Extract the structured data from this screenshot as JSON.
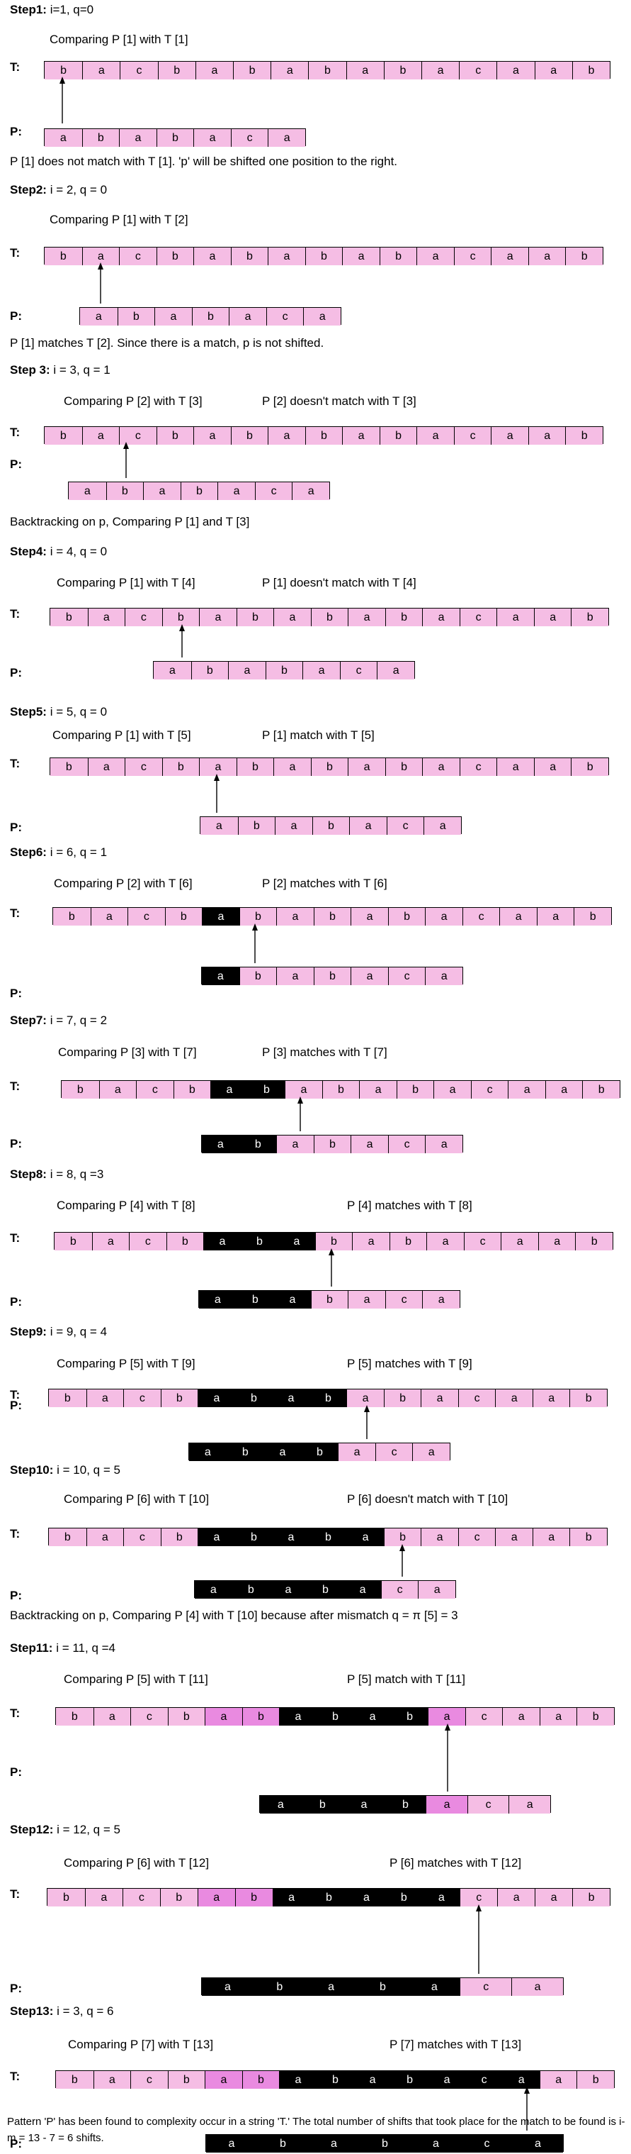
{
  "labels": {
    "t": "T:",
    "p": "P:"
  },
  "colors": {
    "pink": "#f5bde4",
    "black": "#000000",
    "magenta": "#e98ae0"
  },
  "steps": [
    {
      "title_bold": "Step1:",
      "title_rest": " i=1, q=0",
      "notes": [
        "Comparing P [1] with T [1]"
      ],
      "T": [
        "b",
        "a",
        "c",
        "b",
        "a",
        "b",
        "a",
        "b",
        "a",
        "b",
        "a",
        "c",
        "a",
        "a",
        "b"
      ],
      "P": [
        "a",
        "b",
        "a",
        "b",
        "a",
        "c",
        "a"
      ],
      "after": "P [1] does not match with T [1]. 'p' will be shifted one position to the right."
    },
    {
      "title_bold": "Step2:",
      "title_rest": " i = 2, q = 0",
      "notes": [
        "Comparing P [1] with T [2]"
      ],
      "T": [
        "b",
        "a",
        "c",
        "b",
        "a",
        "b",
        "a",
        "b",
        "a",
        "b",
        "a",
        "c",
        "a",
        "a",
        "b"
      ],
      "P": [
        "a",
        "b",
        "a",
        "b",
        "a",
        "c",
        "a"
      ],
      "after": "P [1] matches T [2]. Since there is a match, p is not shifted."
    },
    {
      "title_bold": "Step 3:",
      "title_rest": "  i = 3, q = 1",
      "notes": [
        "Comparing P [2] with T [3]",
        "P [2] doesn't match with T [3]"
      ],
      "T": [
        "b",
        "a",
        "c",
        "b",
        "a",
        "b",
        "a",
        "b",
        "a",
        "b",
        "a",
        "c",
        "a",
        "a",
        "b"
      ],
      "P": [
        "a",
        "b",
        "a",
        "b",
        "a",
        "c",
        "a"
      ],
      "after": "Backtracking on p, Comparing P [1] and T [3]"
    },
    {
      "title_bold": "Step4:",
      "title_rest": " i = 4, q = 0",
      "notes": [
        "Comparing P [1] with T [4]",
        "P [1] doesn't match with T [4]"
      ],
      "T": [
        "b",
        "a",
        "c",
        "b",
        "a",
        "b",
        "a",
        "b",
        "a",
        "b",
        "a",
        "c",
        "a",
        "a",
        "b"
      ],
      "P": [
        "a",
        "b",
        "a",
        "b",
        "a",
        "c",
        "a"
      ]
    },
    {
      "title_bold": "Step5:",
      "title_rest": " i = 5, q = 0",
      "notes": [
        "Comparing P [1] with T [5]",
        "P [1] match with T [5]"
      ],
      "T": [
        "b",
        "a",
        "c",
        "b",
        "a",
        "b",
        "a",
        "b",
        "a",
        "b",
        "a",
        "c",
        "a",
        "a",
        "b"
      ],
      "P": [
        "a",
        "b",
        "a",
        "b",
        "a",
        "c",
        "a"
      ]
    },
    {
      "title_bold": "Step6:",
      "title_rest": " i = 6, q = 1",
      "notes": [
        "Comparing P [2] with T [6]",
        "P [2] matches with T [6]"
      ],
      "T": [
        "b",
        "a",
        "c",
        "b",
        "a",
        "b",
        "a",
        "b",
        "a",
        "b",
        "a",
        "c",
        "a",
        "a",
        "b"
      ],
      "P": [
        "a",
        "b",
        "a",
        "b",
        "a",
        "c",
        "a"
      ]
    },
    {
      "title_bold": "Step7:",
      "title_rest": " i = 7, q = 2",
      "notes": [
        "Comparing P [3] with T [7]",
        "P [3] matches with T [7]"
      ],
      "T": [
        "b",
        "a",
        "c",
        "b",
        "a",
        "b",
        "a",
        "b",
        "a",
        "b",
        "a",
        "c",
        "a",
        "a",
        "b"
      ],
      "P": [
        "a",
        "b",
        "a",
        "b",
        "a",
        "c",
        "a"
      ]
    },
    {
      "title_bold": "Step8:",
      "title_rest": " i = 8, q =3",
      "notes": [
        "Comparing P [4] with T [8]",
        "P [4] matches with T [8]"
      ],
      "T": [
        "b",
        "a",
        "c",
        "b",
        "a",
        "b",
        "a",
        "b",
        "a",
        "b",
        "a",
        "c",
        "a",
        "a",
        "b"
      ],
      "P": [
        "a",
        "b",
        "a",
        "b",
        "a",
        "c",
        "a"
      ]
    },
    {
      "title_bold": "Step9:",
      "title_rest": " i = 9, q = 4",
      "notes": [
        "Comparing P [5] with T [9]",
        "P [5] matches with T [9]"
      ],
      "T": [
        "b",
        "a",
        "c",
        "b",
        "a",
        "b",
        "a",
        "b",
        "a",
        "b",
        "a",
        "c",
        "a",
        "a",
        "b"
      ],
      "P": [
        "a",
        "b",
        "a",
        "b",
        "a",
        "c",
        "a"
      ]
    },
    {
      "title_bold": "Step10:",
      "title_rest": " i = 10, q = 5",
      "notes": [
        "Comparing P [6] with T [10]",
        "P [6] doesn't match with T [10]"
      ],
      "T": [
        "b",
        "a",
        "c",
        "b",
        "a",
        "b",
        "a",
        "b",
        "a",
        "b",
        "a",
        "c",
        "a",
        "a",
        "b"
      ],
      "P": [
        "a",
        "b",
        "a",
        "b",
        "a",
        "c",
        "a"
      ],
      "after": "Backtracking on p, Comparing P [4] with T [10] because after mismatch q = π [5] = 3"
    },
    {
      "title_bold": "Step11:",
      "title_rest": " i = 11, q =4",
      "notes": [
        "Comparing P [5] with T [11]",
        "P [5] match with T [11]"
      ],
      "T": [
        "b",
        "a",
        "c",
        "b",
        "a",
        "b",
        "a",
        "b",
        "a",
        "b",
        "a",
        "c",
        "a",
        "a",
        "b"
      ],
      "P": [
        "a",
        "b",
        "a",
        "b",
        "a",
        "c",
        "a"
      ]
    },
    {
      "title_bold": "Step12:",
      "title_rest": " i = 12, q = 5",
      "notes": [
        "Comparing P [6] with T [12]",
        "P [6] matches with T [12]"
      ],
      "T": [
        "b",
        "a",
        "c",
        "b",
        "a",
        "b",
        "a",
        "b",
        "a",
        "b",
        "a",
        "c",
        "a",
        "a",
        "b"
      ],
      "P": [
        "a",
        "b",
        "a",
        "b",
        "a",
        "c",
        "a"
      ]
    },
    {
      "title_bold": "Step13:",
      "title_rest": " i = 3, q = 6",
      "notes": [
        "Comparing P [7] with T [13]",
        "P [7] matches with T [13]"
      ],
      "T": [
        "b",
        "a",
        "c",
        "b",
        "a",
        "b",
        "a",
        "b",
        "a",
        "b",
        "a",
        "c",
        "a",
        "a",
        "b"
      ],
      "P": [
        "a",
        "b",
        "a",
        "b",
        "a",
        "c",
        "a"
      ]
    }
  ],
  "footer": "Pattern 'P' has been found to complexity occur in a string 'T.' The total number of shifts that took place for the match to be found is i-m = 13 - 7 = 6 shifts."
}
